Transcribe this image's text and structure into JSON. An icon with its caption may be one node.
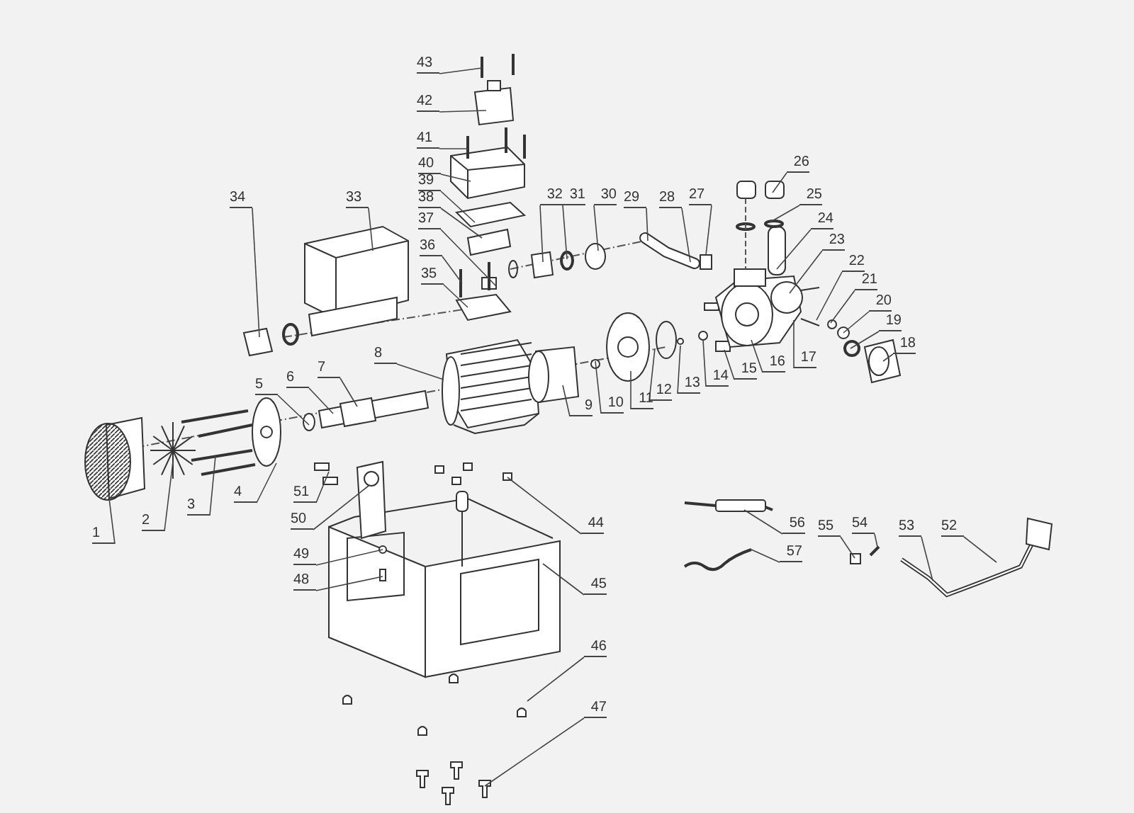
{
  "diagram": {
    "nodes": [
      {
        "text": [
          "1"
        ]
      },
      {
        "text": [
          "2"
        ]
      },
      {
        "text": [
          "3"
        ]
      },
      {
        "text": [
          "4"
        ]
      },
      {
        "text": [
          "5"
        ]
      },
      {
        "text": [
          "6"
        ]
      },
      {
        "text": [
          "7"
        ]
      },
      {
        "text": [
          "8"
        ]
      },
      {
        "text": [
          "9"
        ]
      },
      {
        "text": [
          "10"
        ]
      },
      {
        "text": [
          "11"
        ]
      },
      {
        "text": [
          "12"
        ]
      },
      {
        "text": [
          "13"
        ]
      },
      {
        "text": [
          "14"
        ]
      },
      {
        "text": [
          "15"
        ]
      },
      {
        "text": [
          "16"
        ]
      },
      {
        "text": [
          "17"
        ]
      },
      {
        "text": [
          "18"
        ]
      },
      {
        "text": [
          "19"
        ]
      },
      {
        "text": [
          "20"
        ]
      },
      {
        "text": [
          "21"
        ]
      },
      {
        "text": [
          "22"
        ]
      },
      {
        "text": [
          "23"
        ]
      },
      {
        "text": [
          "24"
        ]
      },
      {
        "text": [
          "25"
        ]
      },
      {
        "text": [
          "26"
        ]
      },
      {
        "text": [
          "27"
        ]
      },
      {
        "text": [
          "28"
        ]
      },
      {
        "text": [
          "29"
        ]
      },
      {
        "text": [
          "30"
        ]
      },
      {
        "text": [
          "31"
        ]
      },
      {
        "text": [
          "32"
        ]
      },
      {
        "text": [
          "33"
        ]
      },
      {
        "text": [
          "34"
        ]
      },
      {
        "text": [
          "35"
        ]
      },
      {
        "text": [
          "36"
        ]
      },
      {
        "text": [
          "37"
        ]
      },
      {
        "text": [
          "38"
        ]
      },
      {
        "text": [
          "39"
        ]
      },
      {
        "text": [
          "40"
        ]
      },
      {
        "text": [
          "41"
        ]
      },
      {
        "text": [
          "42"
        ]
      },
      {
        "text": [
          "43"
        ]
      },
      {
        "text": [
          "44"
        ]
      },
      {
        "text": [
          "45"
        ]
      },
      {
        "text": [
          "46"
        ]
      },
      {
        "text": [
          "47"
        ]
      },
      {
        "text": [
          "48"
        ]
      },
      {
        "text": [
          "49"
        ]
      },
      {
        "text": [
          "50"
        ]
      },
      {
        "text": [
          "51"
        ]
      },
      {
        "text": [
          "52"
        ]
      },
      {
        "text": [
          "53"
        ]
      },
      {
        "text": [
          "54"
        ]
      },
      {
        "text": [
          "55"
        ]
      },
      {
        "text": [
          "56"
        ]
      },
      {
        "text": [
          "57"
        ]
      }
    ],
    "edges": [
      {
        "from": 0,
        "to": null,
        "arrow": "none"
      },
      {
        "from": 1,
        "to": null,
        "arrow": "none"
      },
      {
        "from": 2,
        "to": null,
        "arrow": "none"
      },
      {
        "from": 3,
        "to": null,
        "arrow": "none"
      },
      {
        "from": 4,
        "to": null,
        "arrow": "none"
      },
      {
        "from": 5,
        "to": null,
        "arrow": "none"
      },
      {
        "from": 6,
        "to": null,
        "arrow": "none"
      },
      {
        "from": 7,
        "to": null,
        "arrow": "none"
      },
      {
        "from": 8,
        "to": null,
        "arrow": "none"
      },
      {
        "from": 9,
        "to": null,
        "arrow": "none"
      },
      {
        "from": 10,
        "to": null,
        "arrow": "none"
      },
      {
        "from": 11,
        "to": null,
        "arrow": "none"
      },
      {
        "from": 12,
        "to": null,
        "arrow": "none"
      },
      {
        "from": 13,
        "to": null,
        "arrow": "none"
      },
      {
        "from": 14,
        "to": null,
        "arrow": "none"
      },
      {
        "from": 15,
        "to": null,
        "arrow": "none"
      },
      {
        "from": 16,
        "to": null,
        "arrow": "none"
      },
      {
        "from": 17,
        "to": null,
        "arrow": "none"
      },
      {
        "from": 18,
        "to": null,
        "arrow": "none"
      },
      {
        "from": 19,
        "to": null,
        "arrow": "none"
      },
      {
        "from": 20,
        "to": null,
        "arrow": "none"
      },
      {
        "from": 21,
        "to": null,
        "arrow": "none"
      },
      {
        "from": 22,
        "to": null,
        "arrow": "none"
      },
      {
        "from": 23,
        "to": null,
        "arrow": "none"
      },
      {
        "from": 24,
        "to": null,
        "arrow": "none"
      },
      {
        "from": 25,
        "to": null,
        "arrow": "none"
      },
      {
        "from": 26,
        "to": null,
        "arrow": "none"
      },
      {
        "from": 27,
        "to": null,
        "arrow": "none"
      },
      {
        "from": 28,
        "to": null,
        "arrow": "none"
      },
      {
        "from": 29,
        "to": null,
        "arrow": "none"
      },
      {
        "from": 30,
        "to": null,
        "arrow": "none"
      },
      {
        "from": 31,
        "to": null,
        "arrow": "none"
      },
      {
        "from": 32,
        "to": null,
        "arrow": "none"
      },
      {
        "from": 33,
        "to": null,
        "arrow": "none"
      },
      {
        "from": 34,
        "to": null,
        "arrow": "none"
      },
      {
        "from": 35,
        "to": null,
        "arrow": "none"
      },
      {
        "from": 36,
        "to": null,
        "arrow": "none"
      },
      {
        "from": 37,
        "to": null,
        "arrow": "none"
      },
      {
        "from": 38,
        "to": null,
        "arrow": "none"
      },
      {
        "from": 39,
        "to": null,
        "arrow": "none"
      },
      {
        "from": 40,
        "to": null,
        "arrow": "none"
      },
      {
        "from": 41,
        "to": null,
        "arrow": "none"
      },
      {
        "from": 42,
        "to": null,
        "arrow": "none"
      },
      {
        "from": 43,
        "to": null,
        "arrow": "none"
      },
      {
        "from": 44,
        "to": null,
        "arrow": "none"
      },
      {
        "from": 45,
        "to": null,
        "arrow": "none"
      },
      {
        "from": 46,
        "to": null,
        "arrow": "none"
      },
      {
        "from": 47,
        "to": null,
        "arrow": "none"
      },
      {
        "from": 48,
        "to": null,
        "arrow": "none"
      },
      {
        "from": 49,
        "to": null,
        "arrow": "none"
      },
      {
        "from": 50,
        "to": null,
        "arrow": "none"
      },
      {
        "from": 51,
        "to": null,
        "arrow": "none"
      },
      {
        "from": 52,
        "to": null,
        "arrow": "none"
      },
      {
        "from": 53,
        "to": null,
        "arrow": "none"
      },
      {
        "from": 54,
        "to": null,
        "arrow": "none"
      },
      {
        "from": 55,
        "to": null,
        "arrow": "none"
      },
      {
        "from": 56,
        "to": null,
        "arrow": "none"
      }
    ]
  }
}
